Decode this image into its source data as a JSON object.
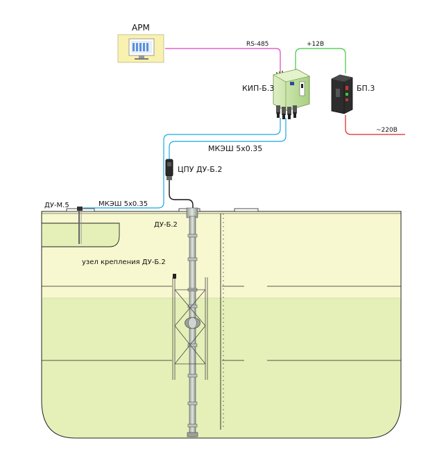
{
  "labels": {
    "arm": "АРМ",
    "rs485": "RS-485",
    "plus12": "+12В",
    "kip": "КИП-Б.3",
    "bp": "БП.3",
    "v220": "~220В",
    "cable_top": "МКЭШ 5х0.35",
    "cpu": "ЦПУ ДУ-Б.2",
    "dum": "ДУ-М.5",
    "cable_low": "МКЭШ 5х0.35",
    "du": "ДУ-Б.2",
    "mount": "узел крепления ДУ-Б.2"
  },
  "colors": {
    "rs485_line": "#e040c0",
    "power_line": "#3cc83c",
    "mains_line": "#e02020",
    "cable_line": "#18a8e0",
    "tank_upper": "#f8f8d0",
    "tank_liquid": "#e4f0b8",
    "kip_body": "#c8e6a0"
  }
}
